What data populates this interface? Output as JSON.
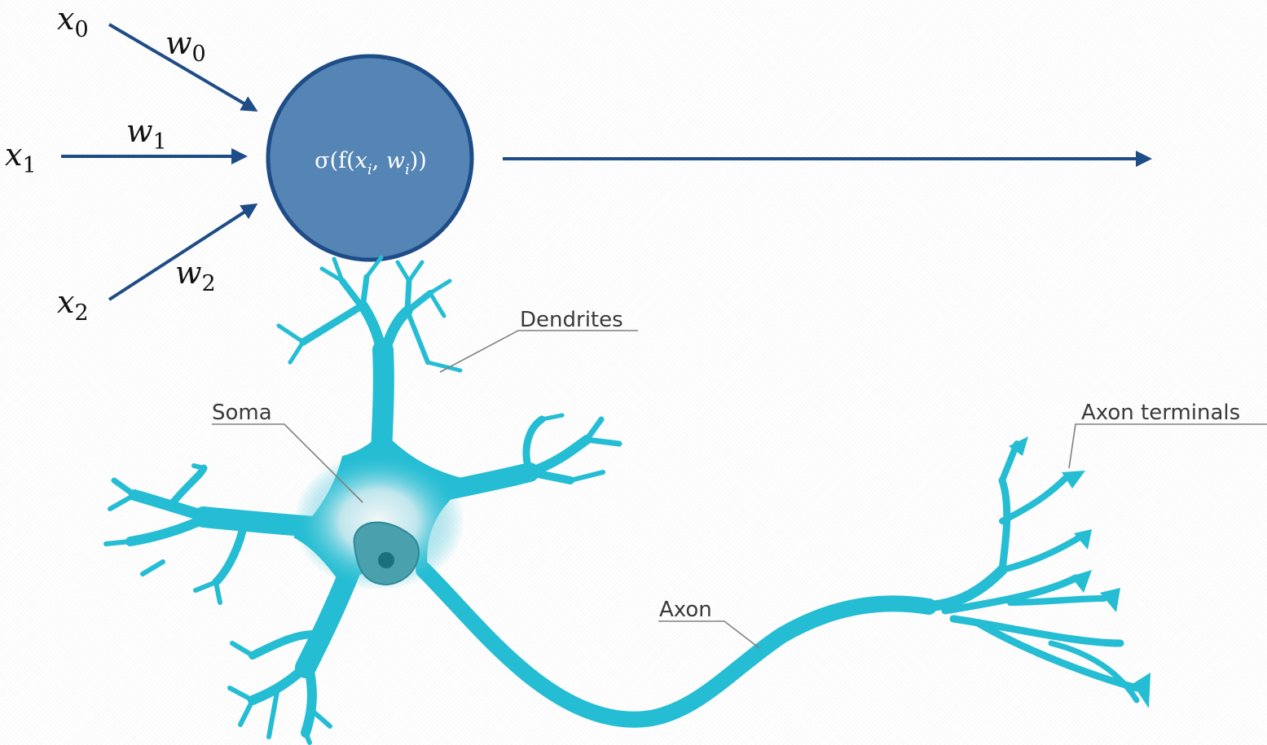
{
  "perceptron": {
    "inputs": [
      {
        "var": "x",
        "sub": "0"
      },
      {
        "var": "x",
        "sub": "1"
      },
      {
        "var": "x",
        "sub": "2"
      }
    ],
    "weights": [
      {
        "var": "w",
        "sub": "0"
      },
      {
        "var": "w",
        "sub": "1"
      },
      {
        "var": "w",
        "sub": "2"
      }
    ],
    "node": {
      "prefix": "σ(f(",
      "x_var": "x",
      "x_sub": "i",
      "comma": ", ",
      "w_var": "w",
      "w_sub": "i",
      "suffix": "))"
    },
    "colors": {
      "node_fill": "#5585b5",
      "node_stroke": "#1d4c87",
      "arrow": "#1d4c87"
    }
  },
  "neuron": {
    "labels": {
      "dendrites": "Dendrites",
      "soma": "Soma",
      "axon": "Axon",
      "axon_terminals": "Axon terminals"
    },
    "colors": {
      "body": "#24bdd3",
      "nucleus": "#4aa0ad",
      "nucleolus": "#1c6f7c",
      "leader": "#808080"
    }
  }
}
